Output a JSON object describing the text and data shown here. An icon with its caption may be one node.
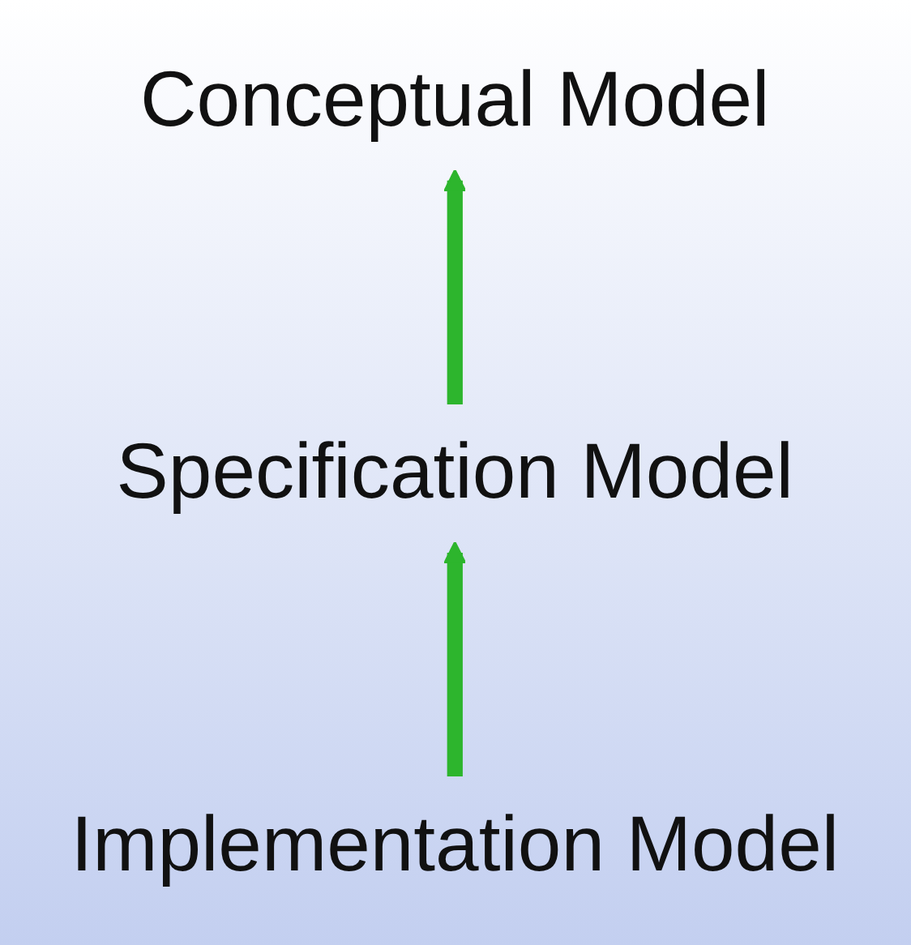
{
  "diagram": {
    "nodes": [
      {
        "text": [
          "Conceptual Model"
        ]
      },
      {
        "text": [
          "Specification Model"
        ]
      },
      {
        "text": [
          "Implementation Model"
        ]
      }
    ],
    "edges": [
      {
        "from": 2,
        "to": 1,
        "arrow": "to",
        "color": "#2db52d"
      },
      {
        "from": 1,
        "to": 0,
        "arrow": "to",
        "color": "#2db52d"
      }
    ]
  }
}
